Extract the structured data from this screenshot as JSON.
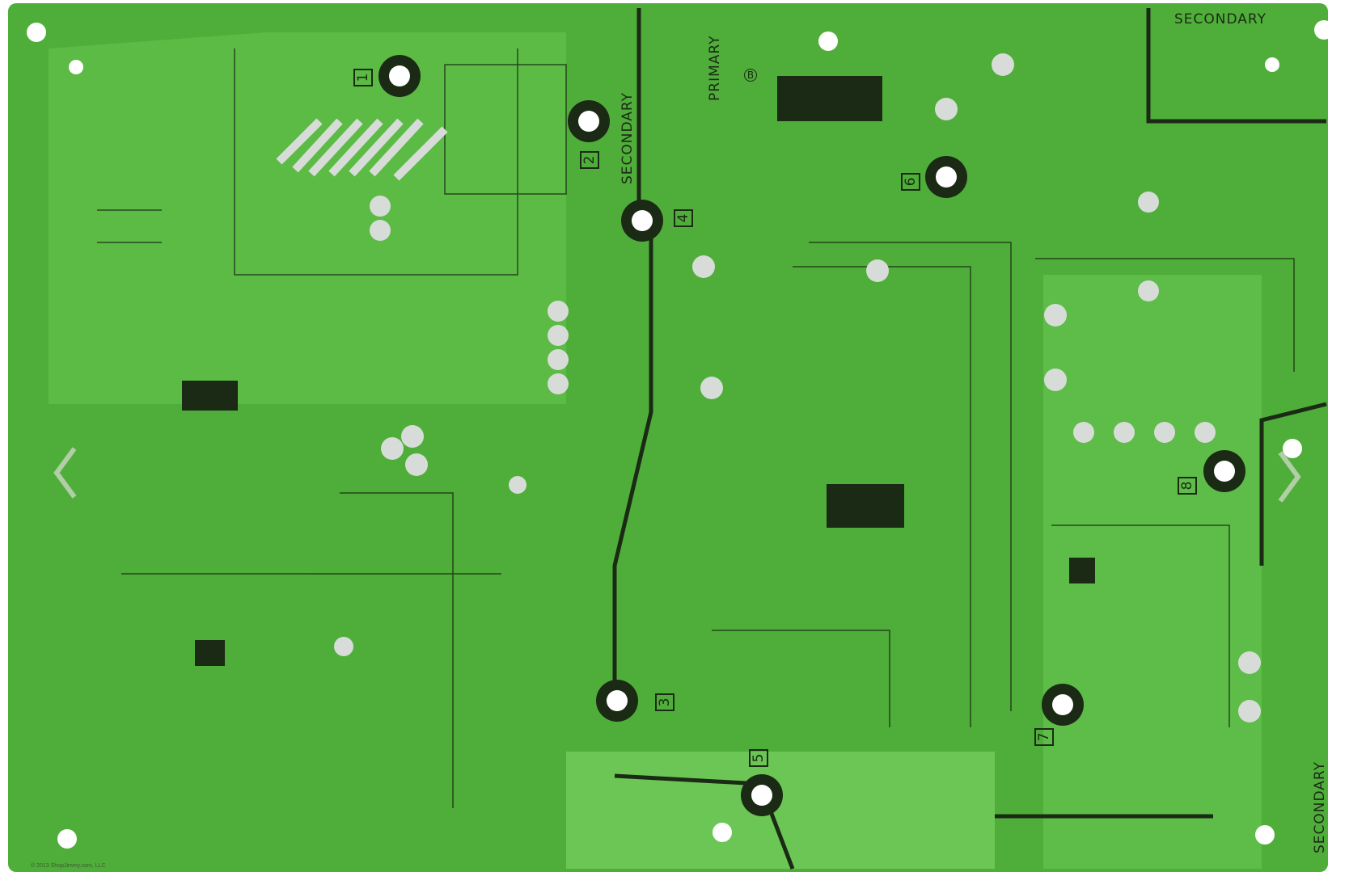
{
  "image": {
    "subject": "pcb-power-supply-board",
    "colors": {
      "board": "#4fae3a",
      "board_light": "#6cc655",
      "trace": "#1b2a14",
      "pad": "#d8dcd8",
      "hole": "#ffffff"
    }
  },
  "silkscreen": {
    "secondary_top": "SECONDARY",
    "secondary_center": "SECONDARY",
    "primary": "PRIMARY",
    "secondary_right": "SECONDARY",
    "primary_mark": "B",
    "markers": [
      "1",
      "2",
      "3",
      "4",
      "5",
      "6",
      "7",
      "8"
    ]
  },
  "watermark": "© 2013 ShopJimmy.com, LLC",
  "carousel": {
    "prev_icon": "chevron-left-icon",
    "next_icon": "chevron-right-icon"
  }
}
